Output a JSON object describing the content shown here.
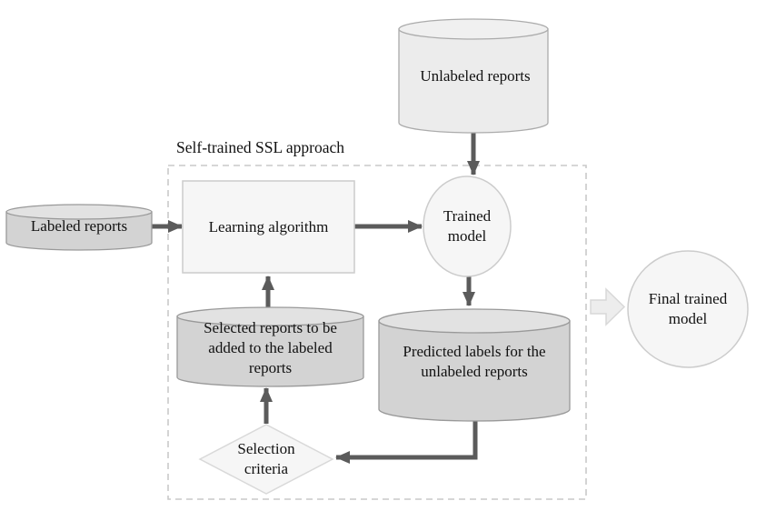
{
  "figure": {
    "title": "Self-trained SSL approach",
    "nodes": {
      "unlabeled": {
        "label": "Unlabeled reports",
        "shape": "cylinder"
      },
      "labeled": {
        "label": "Labeled reports",
        "shape": "cylinder"
      },
      "learning": {
        "label": "Learning algorithm",
        "shape": "rectangle"
      },
      "trained": {
        "label": "Trained model",
        "shape": "circle"
      },
      "selected": {
        "label": "Selected reports to be added to the labeled reports",
        "shape": "cylinder"
      },
      "predicted": {
        "label": "Predicted labels for the unlabeled reports",
        "shape": "cylinder"
      },
      "selection": {
        "label": "Selection criteria",
        "shape": "diamond"
      },
      "final": {
        "label": "Final trained model",
        "shape": "circle"
      }
    },
    "edges": [
      {
        "from": "labeled",
        "to": "learning",
        "style": "solid-arrow"
      },
      {
        "from": "learning",
        "to": "trained",
        "style": "solid-arrow"
      },
      {
        "from": "unlabeled",
        "to": "trained",
        "style": "solid-arrow"
      },
      {
        "from": "trained",
        "to": "predicted",
        "style": "solid-arrow"
      },
      {
        "from": "predicted",
        "to": "selection",
        "style": "solid-arrow"
      },
      {
        "from": "selection",
        "to": "selected",
        "style": "solid-arrow"
      },
      {
        "from": "selected",
        "to": "learning",
        "style": "solid-arrow"
      },
      {
        "from": "ssl_container",
        "to": "final",
        "style": "block-arrow"
      }
    ]
  },
  "colors": {
    "background": "#ffffff",
    "text": "#111111",
    "arrow": "#5b5b5b",
    "dashed_border": "#c9c9c9",
    "node_fill": "#f6f6f6",
    "node_stroke": "#cccccc",
    "diamond_stroke": "#d9d9d9",
    "cyl_light_fill": "#ececec",
    "cyl_light_rim": "#f0f0f0",
    "cyl_light_stroke": "#ababab",
    "cyl_mid_fill": "#d3d3d3",
    "cyl_mid_rim": "#e2e2e2",
    "cyl_mid_stroke": "#999999",
    "block_arrow_fill": "#ededed",
    "block_arrow_stroke": "#d8d8d8"
  }
}
